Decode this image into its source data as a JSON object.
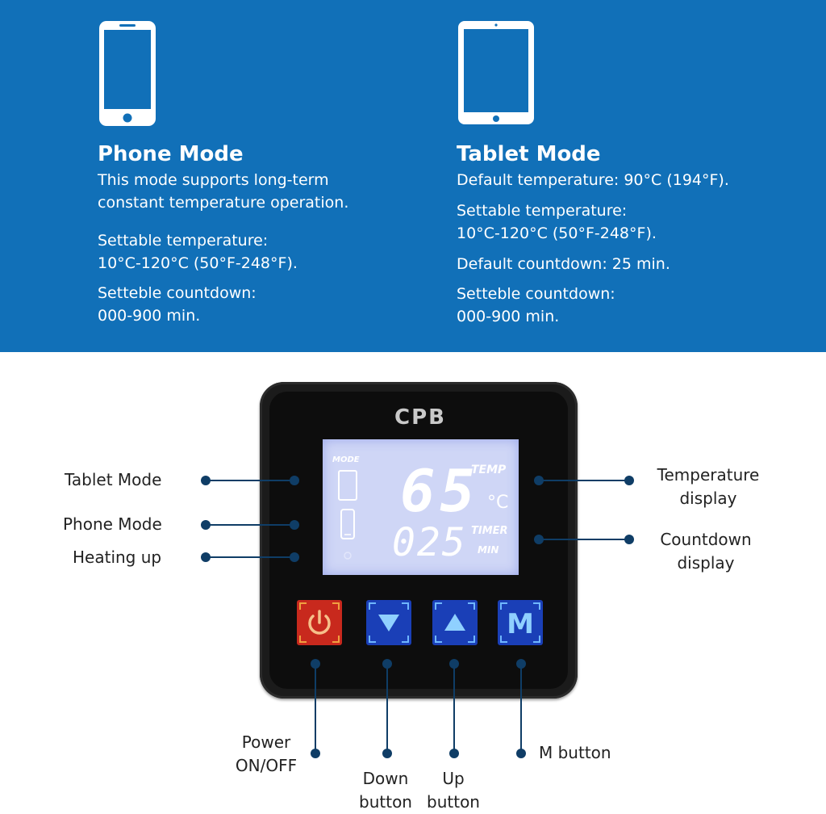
{
  "phone": {
    "title": "Phone Mode",
    "desc": [
      "This mode supports long-term",
      "constant temperature operation."
    ],
    "settable": [
      "Settable temperature:",
      "10°C-120°C (50°F-248°F)."
    ],
    "countdown": [
      "Setteble countdown:",
      "000-900 min."
    ]
  },
  "tablet": {
    "title": "Tablet Mode",
    "default_temp": [
      "Default temperature: 90°C (194°F)."
    ],
    "settable": [
      "Settable temperature:",
      "10°C-120°C (50°F-248°F)."
    ],
    "default_countdown": [
      "Default countdown: 25 min."
    ],
    "countdown": [
      "Setteble countdown:",
      "000-900 min."
    ]
  },
  "controller": {
    "brand": "CPB",
    "lcd": {
      "mode_label": "MODE",
      "temp_value": "65",
      "temp_label": "TEMP",
      "temp_unit": "°C",
      "timer_value": "025",
      "timer_label": "TIMER",
      "timer_unit": "MIN"
    },
    "m_button_glyph": "M"
  },
  "callouts": {
    "tablet_mode": "Tablet Mode",
    "phone_mode": "Phone Mode",
    "heating_up": "Heating up",
    "temperature_display": [
      "Temperature",
      "display"
    ],
    "countdown_display": [
      "Countdown",
      "display"
    ],
    "power": [
      "Power",
      "ON/OFF"
    ],
    "down_button": [
      "Down",
      "button"
    ],
    "up_button": [
      "Up",
      "button"
    ],
    "m_button": "M button"
  },
  "colors": {
    "banner": "#1170b8",
    "callout_line": "#0f3d66",
    "power_button": "#c8291d",
    "arrow_button": "#1a3fb7"
  }
}
